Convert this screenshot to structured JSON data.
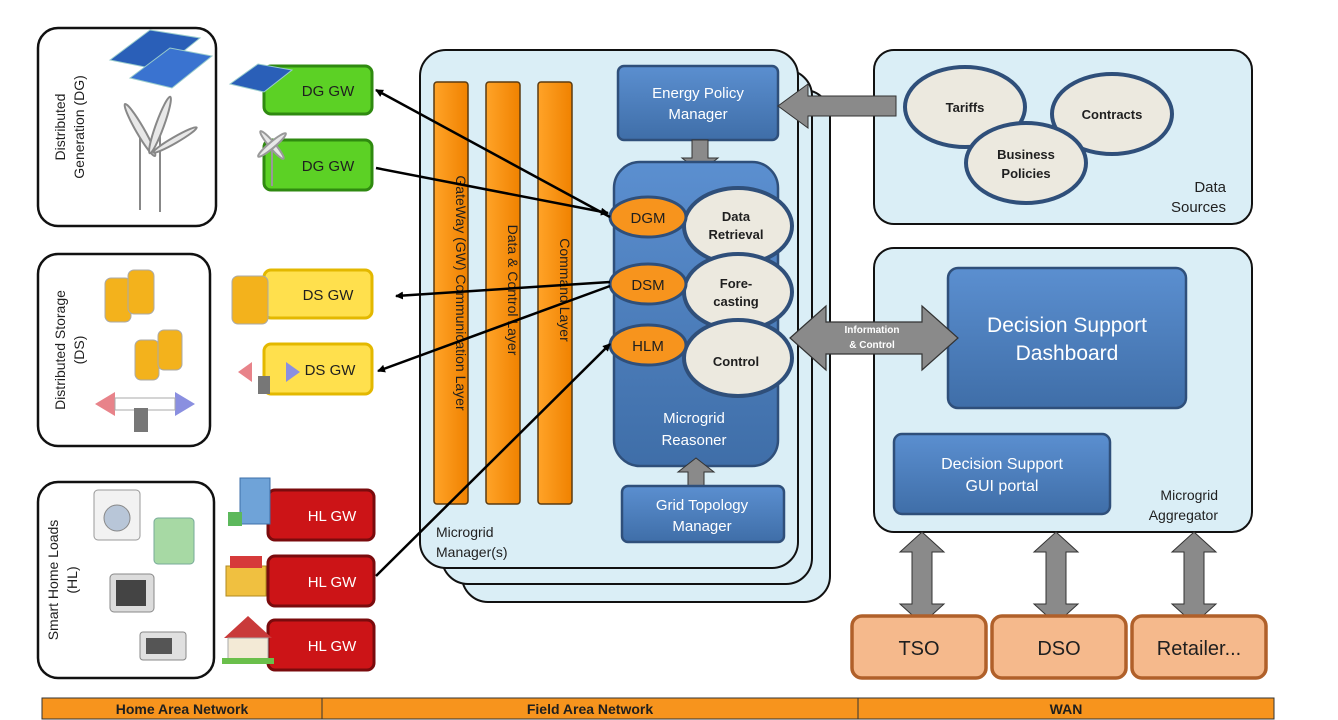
{
  "sections": {
    "dg": {
      "label_line1": "Distributed",
      "label_line2": "Generation (DG)",
      "gateways": [
        "DG GW",
        "DG GW"
      ]
    },
    "ds": {
      "label_line1": "Distributed Storage",
      "label_line2": "(DS)",
      "gateways": [
        "DS GW",
        "DS GW"
      ]
    },
    "hl": {
      "label_line1": "Smart Home Loads",
      "label_line2": "(HL)",
      "gateways": [
        "HL GW",
        "HL GW",
        "HL GW"
      ]
    }
  },
  "manager": {
    "layers": [
      "GateWay (GW) Communication Layer",
      "Data & Control Layer",
      "Command Layer"
    ],
    "energy_policy": [
      "Energy Policy",
      "Manager"
    ],
    "modules": [
      "DGM",
      "DSM",
      "HLM"
    ],
    "functions": [
      [
        "Data",
        "Retrieval"
      ],
      [
        "Fore-",
        "casting"
      ],
      [
        "Control"
      ]
    ],
    "reasoner": [
      "Microgrid",
      "Reasoner"
    ],
    "grid_topology": [
      "Grid Topology",
      "Manager"
    ],
    "label": [
      "Microgrid",
      "Manager(s)"
    ]
  },
  "data_sources": {
    "tariffs": "Tariffs",
    "contracts": "Contracts",
    "business": [
      "Business",
      "Policies"
    ],
    "label": [
      "Data",
      "Sources"
    ]
  },
  "info_arrow": [
    "Information",
    "& Control"
  ],
  "aggregator": {
    "dashboard": [
      "Decision Support",
      "Dashboard"
    ],
    "gui": [
      "Decision Support",
      "GUI portal"
    ],
    "label": [
      "Microgrid",
      "Aggregator"
    ]
  },
  "actors": [
    "TSO",
    "DSO",
    "Retailer..."
  ],
  "networks": [
    "Home Area Network",
    "Field Area Network",
    "WAN"
  ],
  "colors": {
    "panel_blue": "#daeef6",
    "module_blue": "#4f81bd",
    "orange": "#f7941d",
    "dg_green": "#5cd125",
    "ds_yellow": "#ffe04d",
    "hl_red": "#cc1417",
    "actor_peach": "#f5b98c"
  }
}
